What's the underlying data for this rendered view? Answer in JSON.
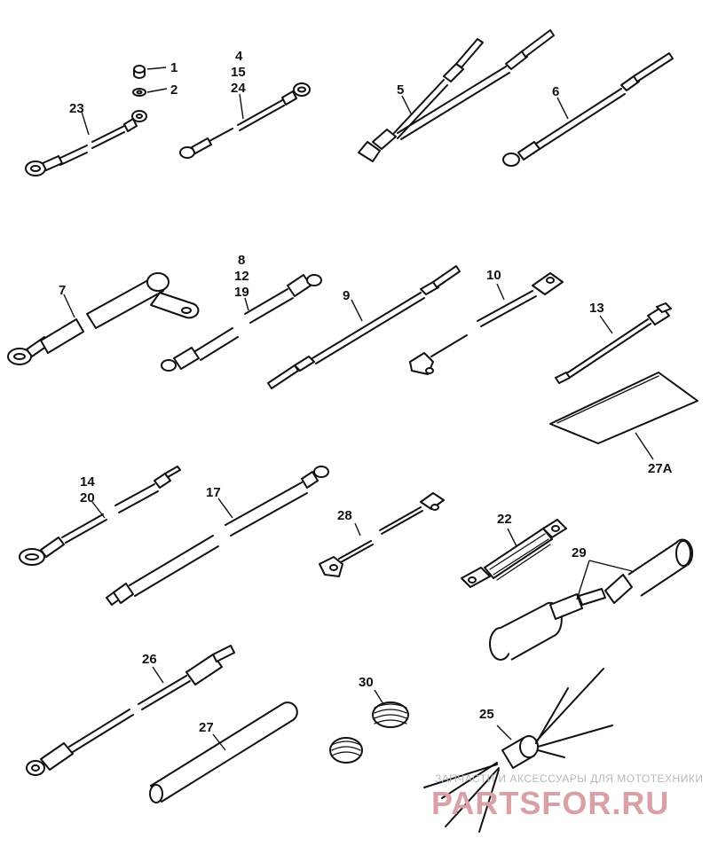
{
  "callouts": {
    "c1": "1",
    "c2": "2",
    "c23": "23",
    "c4": "4",
    "c15": "15",
    "c24": "24",
    "c5": "5",
    "c6": "6",
    "c7": "7",
    "c8": "8",
    "c12": "12",
    "c19": "19",
    "c9": "9",
    "c10": "10",
    "c13": "13",
    "c27a": "27A",
    "c14": "14",
    "c20": "20",
    "c17": "17",
    "c28": "28",
    "c22": "22",
    "c29": "29",
    "c26": "26",
    "c27": "27",
    "c30": "30",
    "c25": "25"
  },
  "watermark": {
    "caption": "ЗАПЧАСТИ И АКСЕССУАРЫ ДЛЯ МОТОТЕХНИКИ",
    "logo": "PARTSFOR.RU"
  }
}
